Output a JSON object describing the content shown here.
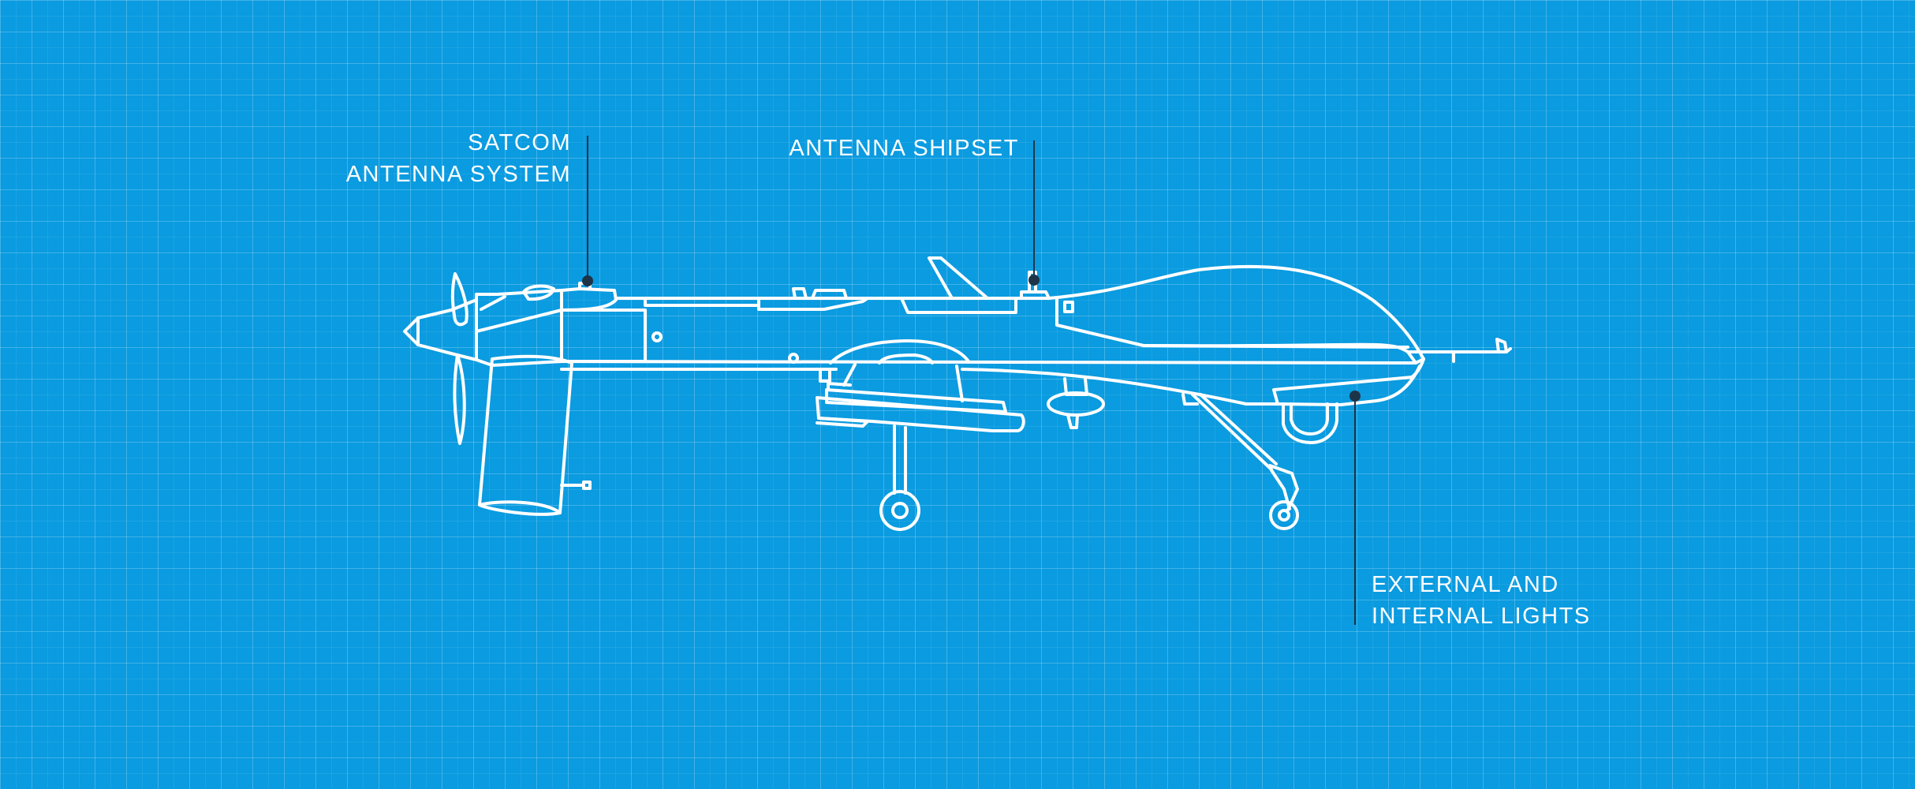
{
  "callouts": {
    "satcom": {
      "line1": "SATCOM",
      "line2": "ANTENNA SYSTEM"
    },
    "shipset": {
      "line1": "ANTENNA SHIPSET"
    },
    "lights": {
      "line1": "EXTERNAL AND",
      "line2": "INTERNAL LIGHTS"
    }
  },
  "colors": {
    "background": "#0a9be0",
    "linework": "#ffffff",
    "leader": "#1d3448"
  }
}
